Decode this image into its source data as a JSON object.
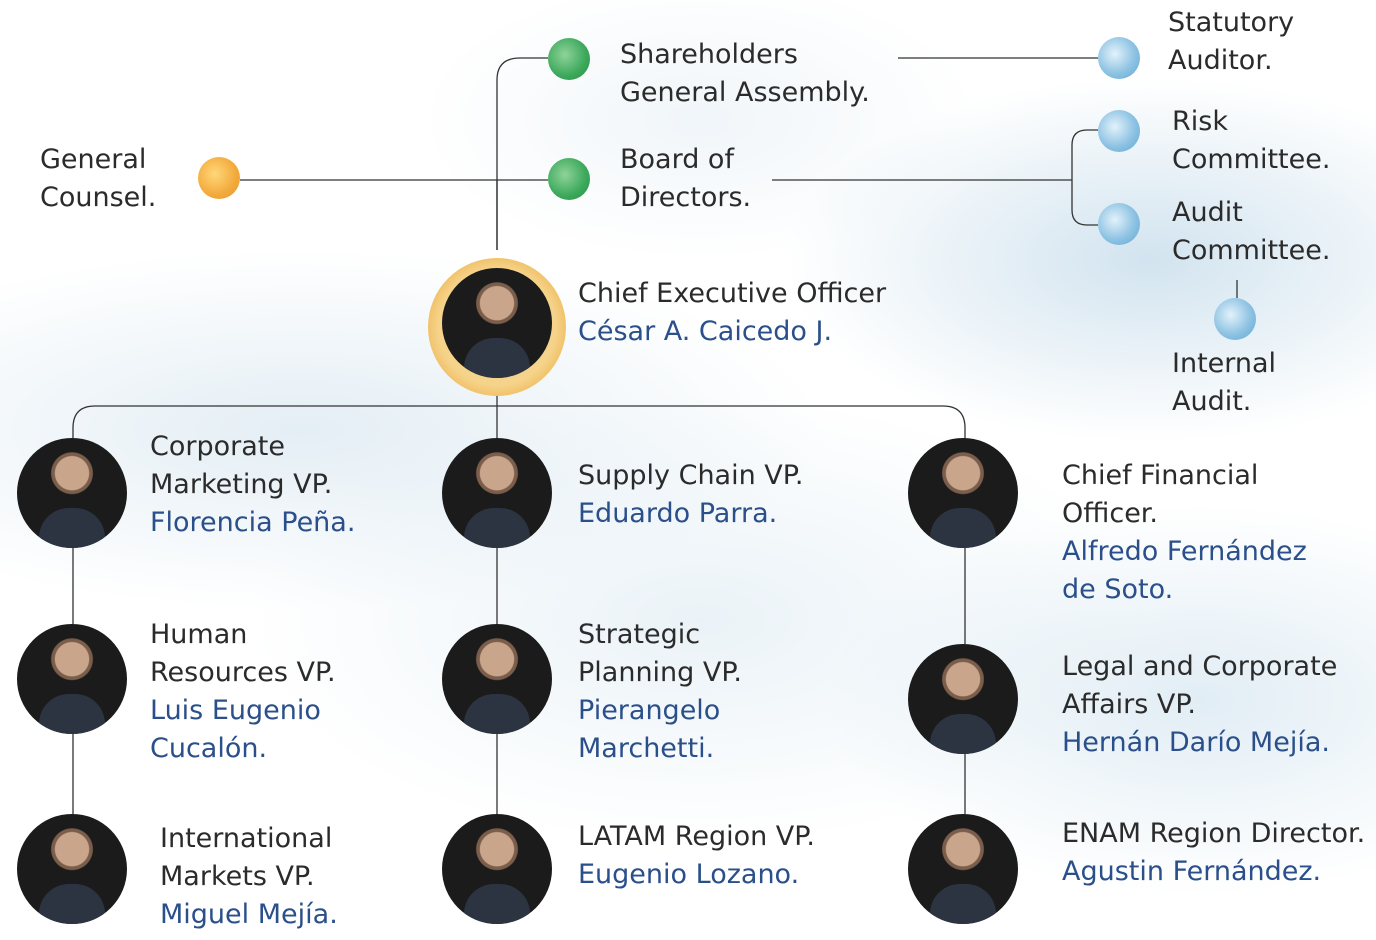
{
  "governance": {
    "shareholders": [
      "Shareholders",
      "General Assembly."
    ],
    "board": [
      "Board of",
      "Directors."
    ],
    "general_counsel": [
      "General",
      "Counsel."
    ],
    "statutory_auditor": [
      "Statutory",
      "Auditor."
    ],
    "risk_committee": [
      "Risk",
      "Committee."
    ],
    "audit_committee": [
      "Audit",
      "Committee."
    ],
    "internal_audit": [
      "Internal",
      "Audit."
    ]
  },
  "ceo": {
    "title": "Chief Executive Officer",
    "name": "César A. Caicedo J."
  },
  "executives": {
    "col1": [
      {
        "title": [
          "Corporate",
          "Marketing VP."
        ],
        "name": [
          "Florencia Peña."
        ]
      },
      {
        "title": [
          "Human",
          "Resources VP."
        ],
        "name": [
          "Luis Eugenio",
          "Cucalón."
        ]
      },
      {
        "title": [
          "International",
          "Markets VP."
        ],
        "name": [
          "Miguel Mejía."
        ]
      }
    ],
    "col2": [
      {
        "title": [
          "Supply Chain VP."
        ],
        "name": [
          "Eduardo Parra."
        ]
      },
      {
        "title": [
          "Strategic",
          "Planning VP."
        ],
        "name": [
          "Pierangelo",
          "Marchetti."
        ]
      },
      {
        "title": [
          "LATAM Region VP."
        ],
        "name": [
          "Eugenio Lozano."
        ]
      }
    ],
    "col3": [
      {
        "title": [
          "Chief Financial",
          "Officer."
        ],
        "name": [
          "Alfredo Fernández",
          "de Soto."
        ]
      },
      {
        "title": [
          "Legal and Corporate",
          "Affairs VP."
        ],
        "name": [
          "Hernán Darío Mejía."
        ]
      },
      {
        "title": [
          "ENAM Region Director."
        ],
        "name": [
          "Agustin Fernández."
        ]
      }
    ]
  },
  "colors": {
    "name_text": "#2a4f8a",
    "governance_dot": "#3aa85a",
    "counsel_dot": "#f2a93b",
    "committee_dot": "#8ec3e3",
    "ceo_ring": "#f0c168"
  }
}
